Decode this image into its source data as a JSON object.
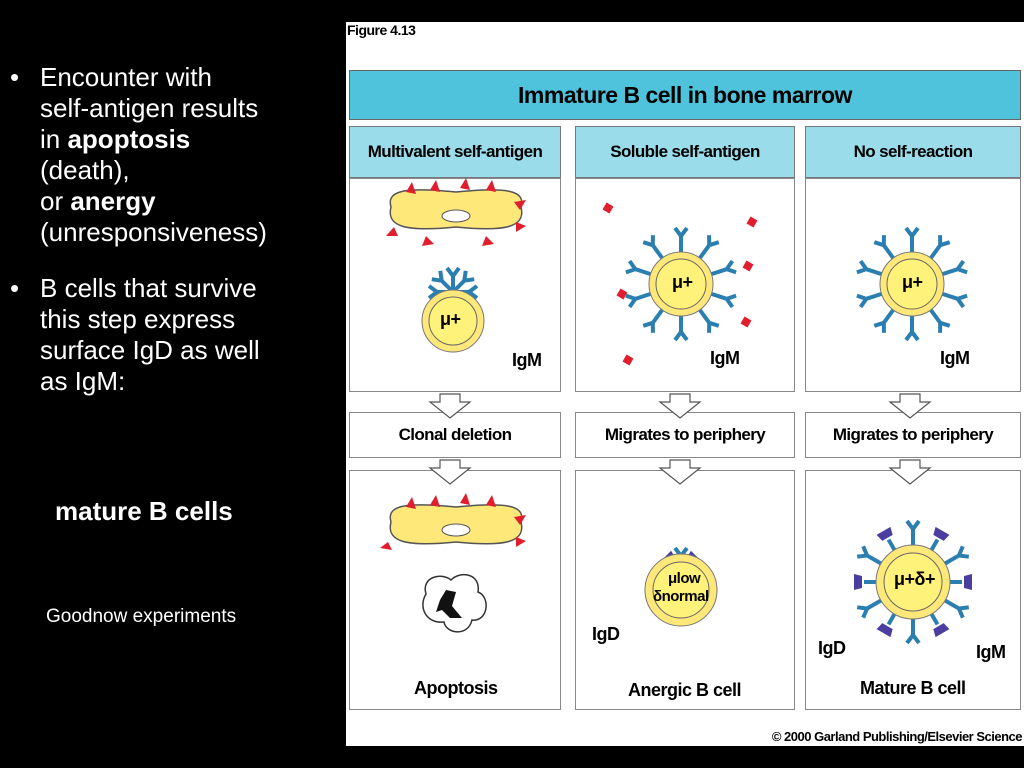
{
  "bullets": [
    {
      "line1": "Encounter with",
      "line2": "self-antigen results",
      "line3_pre": "in ",
      "line3_bold": "apoptosis",
      "line4": "(death),",
      "line5_pre": "or ",
      "line5_bold": "anergy",
      "line6": "(unresponsiveness)"
    },
    {
      "lines": [
        "B cells that survive",
        "this step express",
        "surface IgD as well",
        "as IgM:"
      ]
    }
  ],
  "bullet_char": "•",
  "mature_b_cells": "mature B cells",
  "goodnow": "Goodnow experiments",
  "figure": {
    "label": "Figure 4.13",
    "banner": "Immature  B  cell  in  bone  marrow",
    "columns": [
      {
        "header": "Multivalent self-antigen",
        "top_label": "IgM",
        "cell_marker": "μ+",
        "mid_label": "Clonal deletion",
        "bottom_label": "Apoptosis"
      },
      {
        "header": "Soluble self-antigen",
        "top_label": "IgM",
        "cell_marker": "μ+",
        "mid_label": "Migrates to periphery",
        "bottom_label": "Anergic B cell",
        "bottom_marker_1": "μlow",
        "bottom_marker_2": "δnormal",
        "bottom_igd": "IgD"
      },
      {
        "header": "No self-reaction",
        "top_label": "IgM",
        "cell_marker": "μ+",
        "mid_label": "Migrates to periphery",
        "bottom_label": "Mature B cell",
        "bottom_marker": "μ+δ+",
        "bottom_igd": "IgD",
        "bottom_igm": "IgM"
      }
    ],
    "copyright": "© 2000 Garland Publishing/Elsevier Science"
  },
  "colors": {
    "banner": "#4fc3dc",
    "header": "#9bdceb",
    "cell": "#fff27a",
    "antibody": "#2a7fb0",
    "igd": "#4a3fa0",
    "antigen": "#e01e2e"
  }
}
